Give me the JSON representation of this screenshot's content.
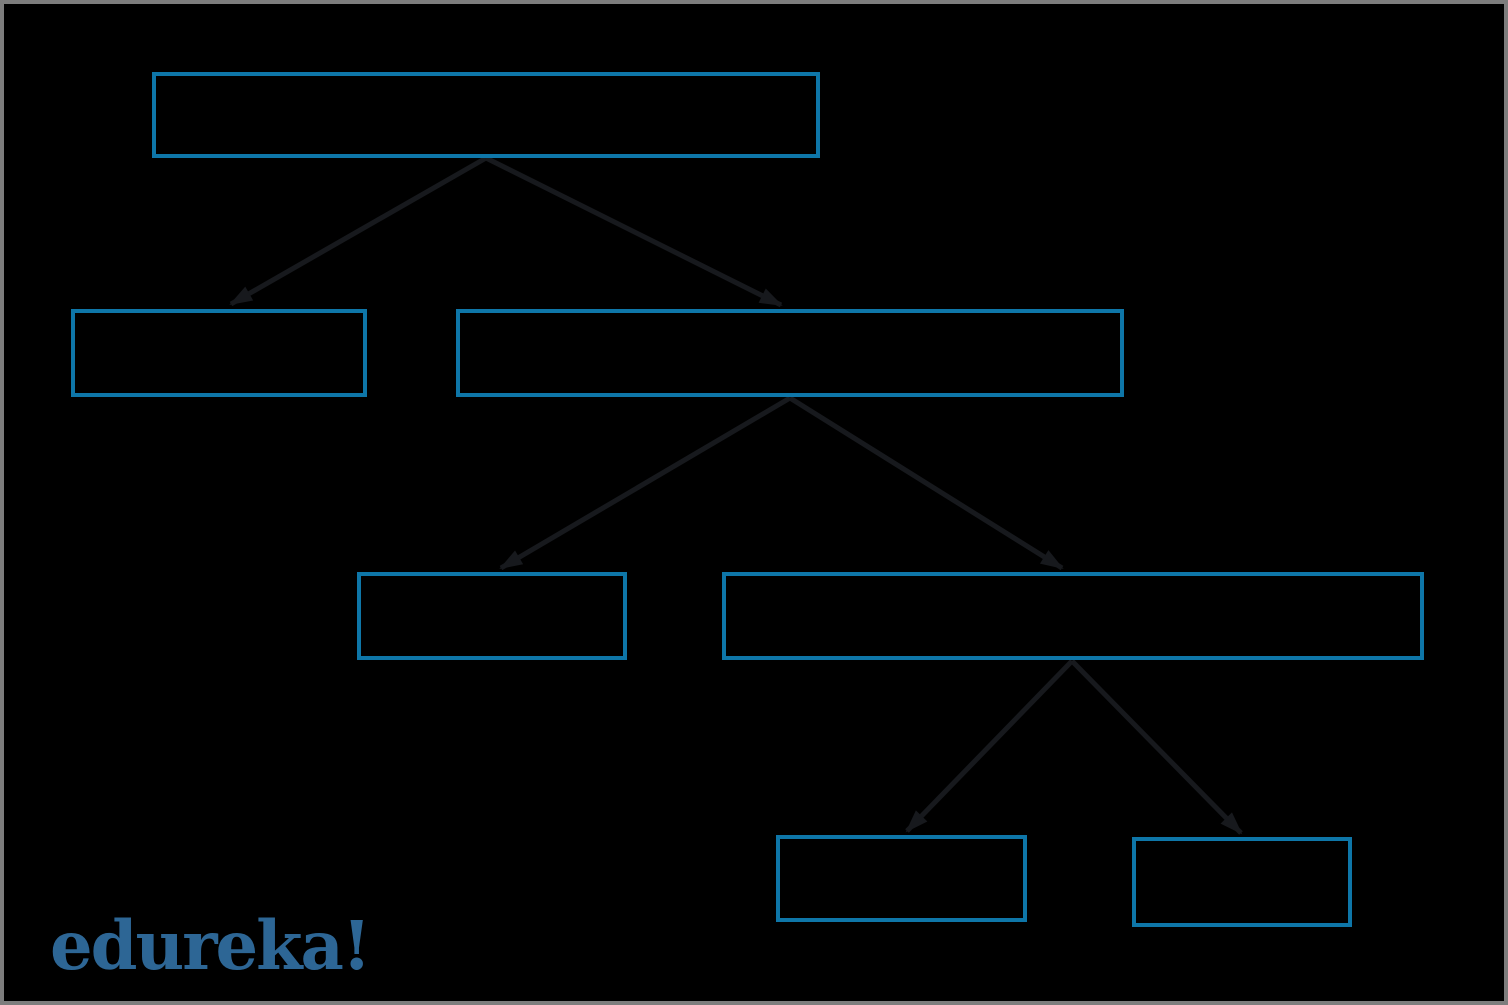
{
  "theme": {
    "background": "#000000",
    "frame_color": "#7d7d7d",
    "node_border_color": "#0e76a8",
    "arrow_color": "#17191d",
    "logo_color": "#2d6695"
  },
  "logo": {
    "text": "edureka!"
  },
  "diagram": {
    "type": "tree",
    "orientation": "top-down",
    "levels": 4,
    "nodes": [
      {
        "id": "root",
        "level": 0,
        "label": ""
      },
      {
        "id": "level1-left",
        "level": 1,
        "label": ""
      },
      {
        "id": "level1-right",
        "level": 1,
        "label": ""
      },
      {
        "id": "level2-left",
        "level": 2,
        "label": ""
      },
      {
        "id": "level2-right",
        "level": 2,
        "label": ""
      },
      {
        "id": "level3-left",
        "level": 3,
        "label": ""
      },
      {
        "id": "level3-right",
        "level": 3,
        "label": ""
      }
    ],
    "edges": [
      {
        "from": "root",
        "to": "level1-left"
      },
      {
        "from": "root",
        "to": "level1-right"
      },
      {
        "from": "level1-right",
        "to": "level2-left"
      },
      {
        "from": "level1-right",
        "to": "level2-right"
      },
      {
        "from": "level2-right",
        "to": "level3-left"
      },
      {
        "from": "level2-right",
        "to": "level3-right"
      }
    ]
  }
}
